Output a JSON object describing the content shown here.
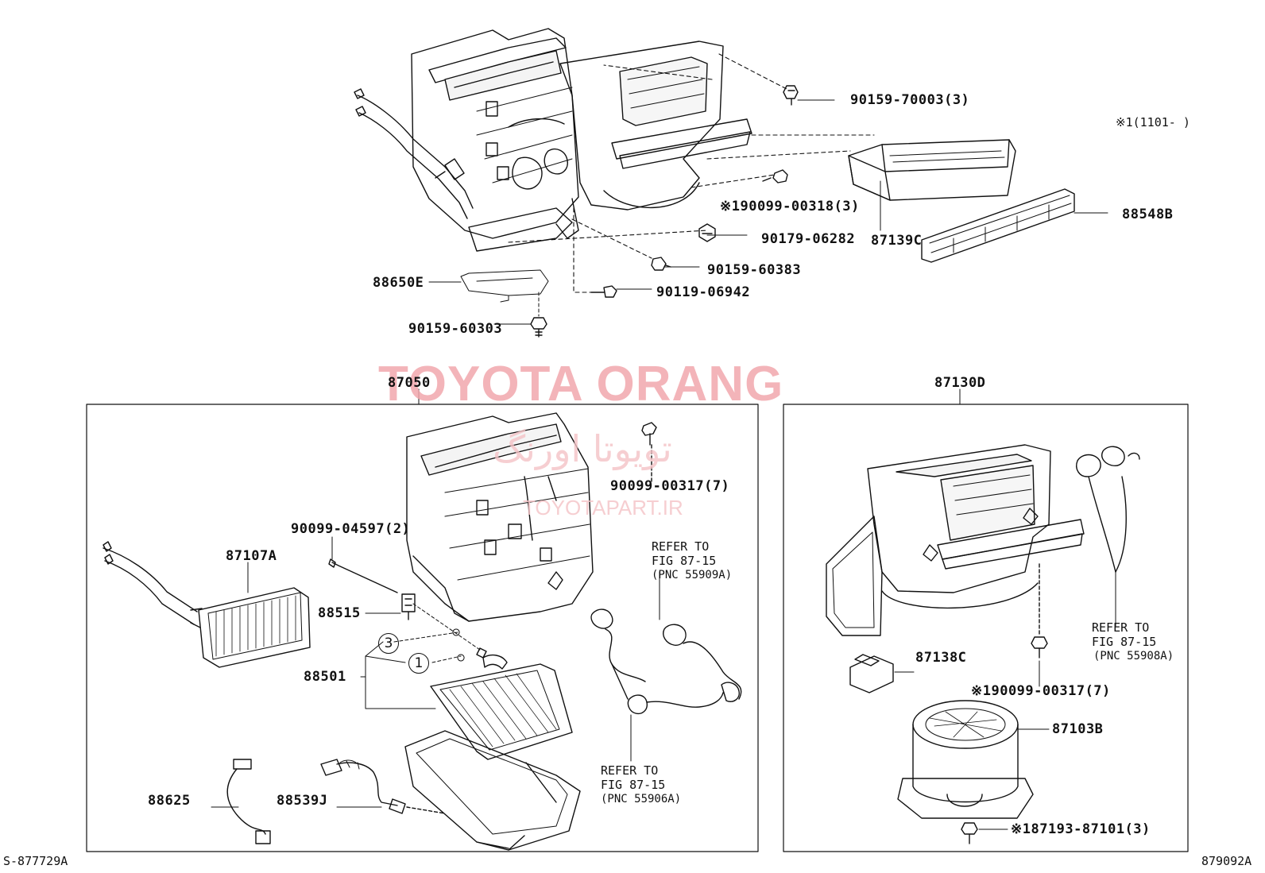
{
  "watermark": {
    "brand": "TOYOTA ORANG",
    "persian": "تویوتا اورنگ",
    "url": "TOYOTAPART.IR"
  },
  "footer": {
    "left_code": "S-877729A",
    "right_code": "879092A"
  },
  "note": "※1(1101-    )",
  "top_assembly": {
    "parts": [
      {
        "id": "bolt-1",
        "label": "90159-70003(3)"
      },
      {
        "id": "screw-1",
        "label": "※190099-00318(3)"
      },
      {
        "id": "nut-1",
        "label": "90179-06282"
      },
      {
        "id": "filter",
        "label": "87139C"
      },
      {
        "id": "filter-cover",
        "label": "88548B"
      },
      {
        "id": "bolt-2",
        "label": "90159-60383"
      },
      {
        "id": "bolt-3",
        "label": "90119-06942"
      },
      {
        "id": "bracket",
        "label": "88650E"
      },
      {
        "id": "bolt-4",
        "label": "90159-60303"
      }
    ]
  },
  "left_box": {
    "title": "87050",
    "parts": [
      {
        "id": "screw-a",
        "label": "90099-00317(7)"
      },
      {
        "id": "screw-b",
        "label": "90099-04597(2)"
      },
      {
        "id": "heater-core",
        "label": "87107A"
      },
      {
        "id": "valve",
        "label": "88515"
      },
      {
        "id": "evaporator",
        "label": "88501"
      },
      {
        "id": "thermistor",
        "label": "88625"
      },
      {
        "id": "sensor",
        "label": "88539J"
      }
    ],
    "circles": [
      "3",
      "1"
    ],
    "refer_a": {
      "line1": "REFER TO",
      "line2": "FIG 87-15",
      "line3": "(PNC 55909A)"
    },
    "refer_b": {
      "line1": "REFER TO",
      "line2": "FIG 87-15",
      "line3": "(PNC 55906A)"
    }
  },
  "right_box": {
    "title": "87130D",
    "parts": [
      {
        "id": "resistor",
        "label": "87138C"
      },
      {
        "id": "screw-c",
        "label": "※190099-00317(7)"
      },
      {
        "id": "blower-motor",
        "label": "87103B"
      },
      {
        "id": "screw-d",
        "label": "※187193-87101(3)"
      }
    ],
    "refer": {
      "line1": "REFER TO",
      "line2": "FIG 87-15",
      "line3": "(PNC 55908A)"
    }
  }
}
